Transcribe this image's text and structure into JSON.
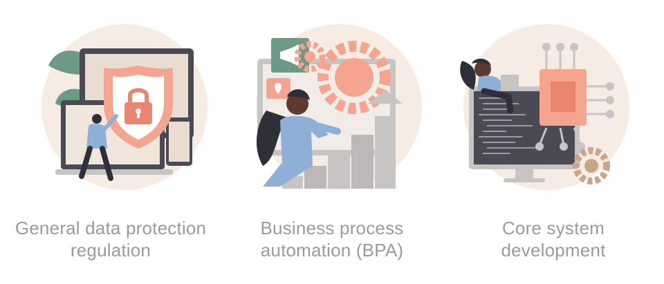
{
  "panels": [
    {
      "id": "gdpr",
      "caption": {
        "line1": "General data protection",
        "line2": "regulation"
      }
    },
    {
      "id": "bpa",
      "caption": {
        "line1": "Business process",
        "line2": "automation (BPA)"
      }
    },
    {
      "id": "core",
      "caption": {
        "line1": "Core system",
        "line2": "development"
      }
    }
  ],
  "colors": {
    "background": "#ffffff",
    "circle": "#f6ece3",
    "salmon": "#f4a48f",
    "salmon_dark": "#ea8570",
    "grey": "#c7c4c4",
    "dark": "#2f2f3a",
    "blue": "#8fb0d6",
    "green": "#6d9a86",
    "text": "#9a9a9a"
  }
}
